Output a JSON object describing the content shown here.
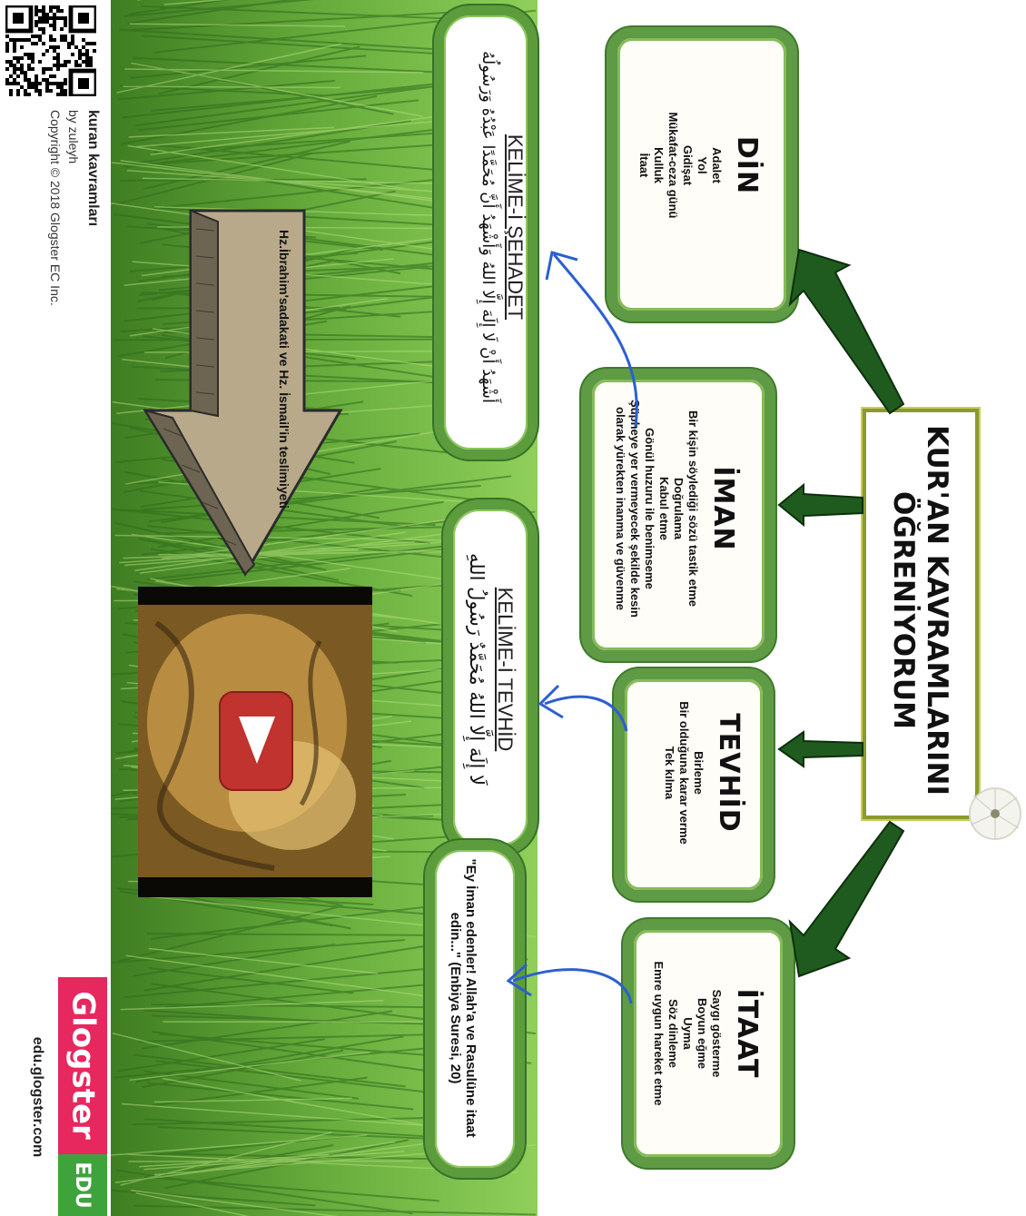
{
  "title": {
    "line1": "KUR'AN KAVRAMLARINI",
    "line2": "ÖĞRENİYORUM"
  },
  "concepts": [
    {
      "id": "din",
      "title": "DİN",
      "lines": [
        "Adalet",
        "Yol",
        "Gidişat",
        "Mükafat-ceza günü",
        "Kulluk",
        "İtaat"
      ]
    },
    {
      "id": "iman",
      "title": "İMAN",
      "lines": [
        "Bir kişin söylediği sözü tastik etme",
        "Doğrulama",
        "Kabul etme",
        "Gönül huzuru ile benimseme",
        "Şüpheye yer vermeyecek şekilde kesin",
        "olarak yürekten inanma ve güvenme"
      ]
    },
    {
      "id": "tevhid",
      "title": "TEVHİD",
      "lines": [
        "Birleme",
        "Bir olduğuna karar verme",
        "Tek kılma"
      ]
    },
    {
      "id": "itaat",
      "title": "İTAAT",
      "lines": [
        "Saygı gösterme",
        "Boyun eğme",
        "Uyma",
        "Söz dinleme",
        "Emre uygun hareket etme"
      ]
    }
  ],
  "pills": {
    "sehadet": {
      "title": "KELİME-İ ŞEHADET",
      "arabic": "أَشْهَدُ أَنْ لَا إِلَهَ إِلَّا اللهُ وَأَشْهَدُ أَنَّ مُحَمَّدًا عَبْدُهُ وَرَسُولُهُ"
    },
    "tevhid": {
      "title": "KELİME-İ TEVHİD",
      "arabic": "لَا إِلَهَ إِلَّا اللهُ مُحَمَّدٌ رَسُولُ اللهِ"
    },
    "itaat": {
      "text": "\"Ey İman edenler! Allah'a ve Rasulüne itaat edin...\" (Enbiya Suresi, 20)"
    }
  },
  "arrow_label": "Hz.İbrahim'sadakati ve Hz. İsmail'in teslimiyeti",
  "credits": {
    "title": "kuran kavramları",
    "author": "by zuleyh",
    "copyright": "Copyright © 2018 Glogster EC Inc."
  },
  "brand": {
    "name": "Glogster",
    "edu": "EDU",
    "url": "edu.glogster.com"
  },
  "colors": {
    "grass": "#5a9e34",
    "frame": "#5f9a44",
    "brand_pink": "#e6285f",
    "brand_green": "#3fa33c",
    "play": "#c0332e"
  }
}
